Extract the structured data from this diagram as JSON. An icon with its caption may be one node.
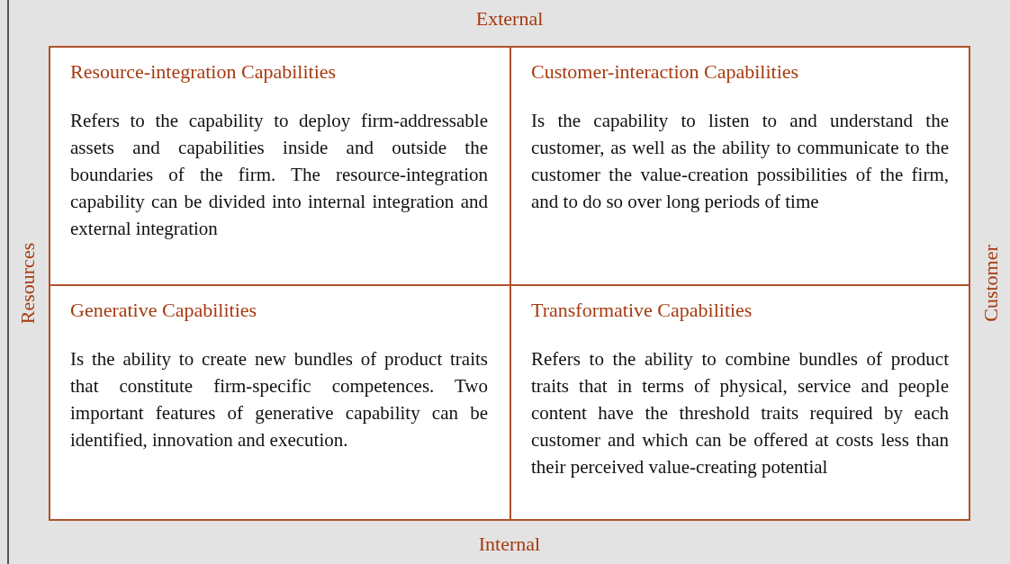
{
  "diagram": {
    "nodes": [
      {
        "text": [
          "Resource-integration Capabilities",
          "Refers to the capability to deploy firm-addressable assets and capabilities inside and outside the boundaries of the firm. The resource-integration capability can be divided into internal integration and external integration"
        ]
      },
      {
        "text": [
          "Customer-interaction Capabilities",
          "Is the capability to listen to and understand the customer, as well as the ability to communicate to the customer the value-creation possibilities of the firm, and to do so over long periods of time"
        ]
      },
      {
        "text": [
          "Generative Capabilities",
          "Is the ability to create new bundles of product traits that constitute firm-specific competences. Two important features of generative capability can be identified, innovation and execution."
        ]
      },
      {
        "text": [
          "Transformative Capabilities",
          "Refers to the ability to combine bundles of product traits that in terms of physical, service and people content have the threshold traits required by each customer and which can be offered at costs less than their perceived value-creating potential"
        ]
      }
    ],
    "labels": [
      "External",
      "Resources",
      "Customer",
      "Internal"
    ]
  }
}
